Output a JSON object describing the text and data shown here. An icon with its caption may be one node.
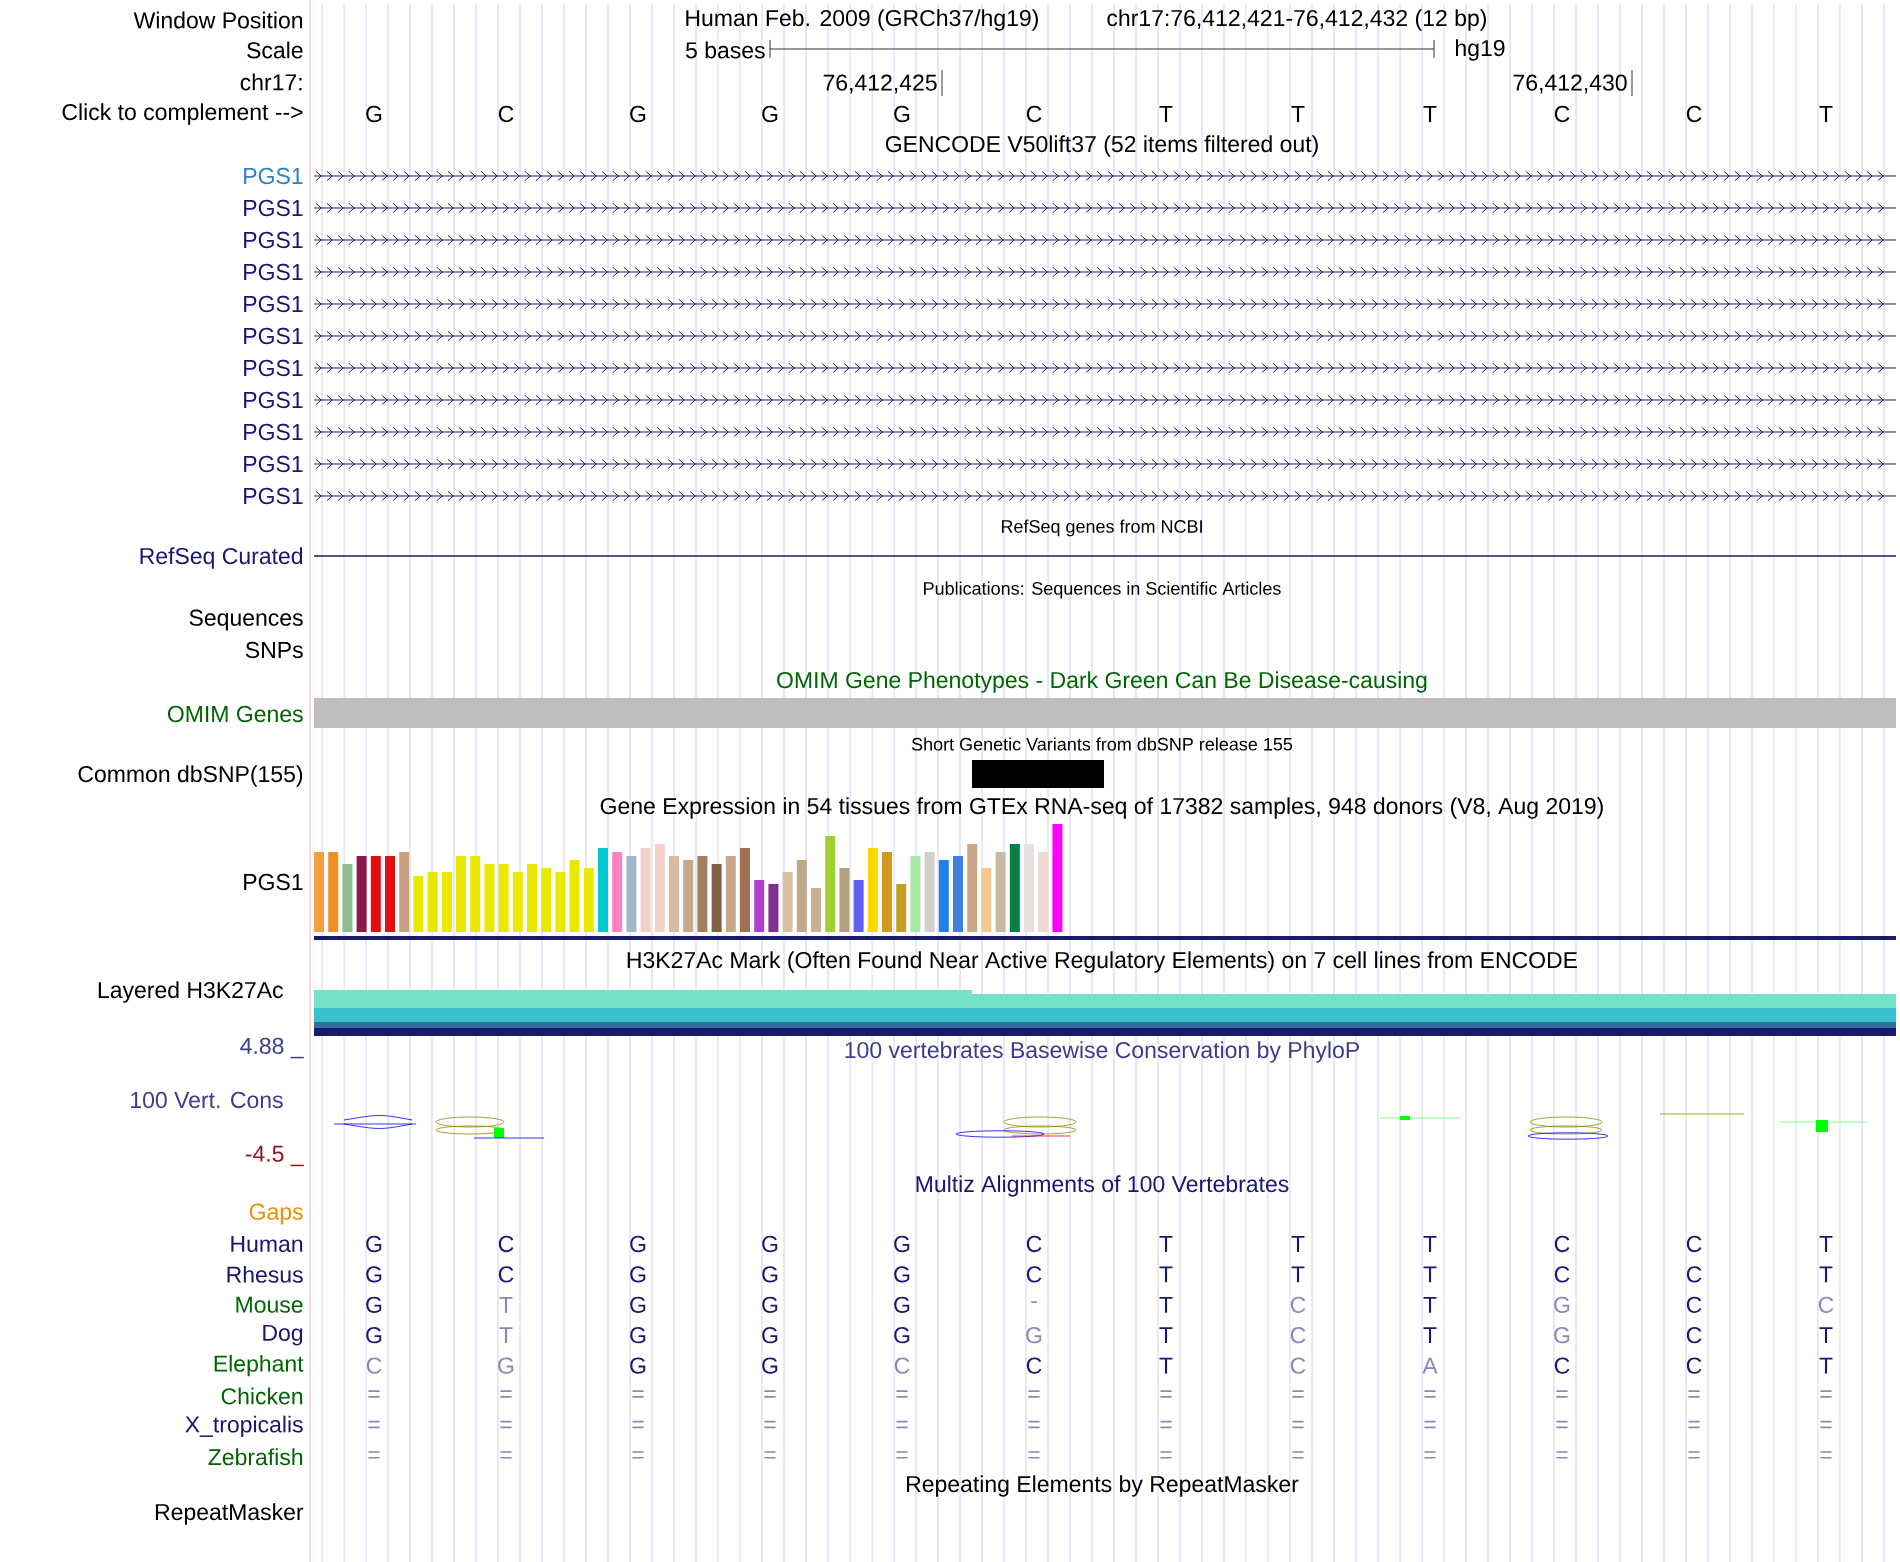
{
  "diagram": {
    "labels": [
      "Window Position",
      "Human Feb. 2009 (GRCh37/hg19)",
      "chr17:76,412,421-76,412,432 (12 bp)",
      "Scale",
      "5 bases",
      "hg19",
      "chr17:",
      "76,412,425",
      "76,412,430",
      "Click to complement -->",
      "G",
      "C",
      "G",
      "G",
      "G",
      "C",
      "T",
      "T",
      "T",
      "C",
      "C",
      "T",
      "GENCODE V50lift37 (52 items filtered out)",
      "PGS1",
      "PGS1",
      "PGS1",
      "PGS1",
      "PGS1",
      "PGS1",
      "PGS1",
      "PGS1",
      "PGS1",
      "PGS1",
      "PGS1",
      "RefSeq genes from NCBI",
      "RefSeq Curated",
      "Publications: Sequences in Scientific Articles",
      "Sequences",
      "SNPs",
      "OMIM Gene Phenotypes - Dark Green Can Be Disease-causing",
      "OMIM Genes",
      "Short Genetic Variants from dbSNP release 155",
      "Common dbSNP(155)",
      "Gene Expression in 54 tissues from GTEx RNA-seq of 17382 samples, 948 donors (V8, Aug 2019)",
      "PGS1",
      "H3K27Ac Mark (Often Found Near Active Regulatory Elements) on 7 cell lines from ENCODE",
      "Layered H3K27Ac",
      "4.88 _",
      "100 vertebrates Basewise Conservation by PhyloP",
      "100 Vert. Cons",
      "-4.5 _",
      "Multiz Alignments of 100 Vertebrates",
      "Gaps",
      "Human",
      "G",
      "C",
      "G",
      "G",
      "G",
      "C",
      "T",
      "T",
      "T",
      "C",
      "C",
      "T",
      "Rhesus",
      "G",
      "C",
      "G",
      "G",
      "G",
      "C",
      "T",
      "T",
      "T",
      "C",
      "C",
      "T",
      "Mouse",
      "G",
      "T",
      "G",
      "G",
      "G",
      "-",
      "T",
      "C",
      "T",
      "G",
      "C",
      "C",
      "Dog",
      "G",
      "T",
      "G",
      "G",
      "G",
      "G",
      "T",
      "C",
      "T",
      "G",
      "C",
      "T",
      "Elephant",
      "C",
      "G",
      "G",
      "G",
      "C",
      "C",
      "T",
      "C",
      "A",
      "C",
      "C",
      "T",
      "Chicken",
      "=",
      "=",
      "=",
      "=",
      "=",
      "=",
      "=",
      "=",
      "=",
      "=",
      "=",
      "=",
      "X_tropicalis",
      "=",
      "=",
      "=",
      "=",
      "=",
      "=",
      "=",
      "=",
      "=",
      "=",
      "=",
      "=",
      "Zebrafish",
      "=",
      "=",
      "=",
      "=",
      "=",
      "=",
      "=",
      "=",
      "=",
      "=",
      "=",
      "=",
      "Repeating Elements by RepeatMasker",
      "RepeatMasker"
    ]
  }
}
